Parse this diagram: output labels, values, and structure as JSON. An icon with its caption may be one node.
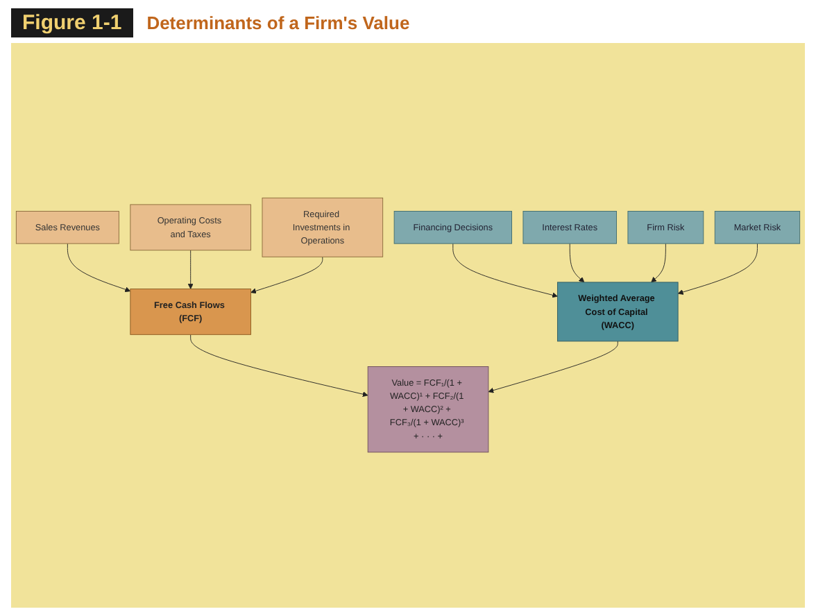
{
  "diagram": {
    "title": "Determinants of a Firm's Value",
    "nodes": [
      {
        "text": [
          "Sales Revenues"
        ]
      },
      {
        "text": [
          "Operating Costs and Taxes"
        ]
      },
      {
        "text": [
          "Required Investments in Operations"
        ]
      },
      {
        "text": [
          "Financing Decisions"
        ]
      },
      {
        "text": [
          "Interest Rates"
        ]
      },
      {
        "text": [
          "Firm Risk"
        ]
      },
      {
        "text": [
          "Market Risk"
        ]
      },
      {
        "text": [
          "Free Cash Flows (FCF)"
        ]
      },
      {
        "text": [
          "Weighted Average Cost of Capital (WACC)"
        ]
      },
      {
        "text": [
          "Value = FCF₁/(1 + WACC)¹ + FCF₂/(1 + WACC)² + FCF₃/(1 + WACC)³ + · · · +"
        ]
      }
    ],
    "edges": [
      {
        "from": 0,
        "to": 7,
        "arrow": "to"
      },
      {
        "from": 1,
        "to": 7,
        "arrow": "to"
      },
      {
        "from": 2,
        "to": 7,
        "arrow": "to"
      },
      {
        "from": 3,
        "to": 8,
        "arrow": "to"
      },
      {
        "from": 4,
        "to": 8,
        "arrow": "to"
      },
      {
        "from": 5,
        "to": 8,
        "arrow": "to"
      },
      {
        "from": 6,
        "to": 8,
        "arrow": "to"
      },
      {
        "from": 7,
        "to": 9,
        "arrow": "to"
      },
      {
        "from": 8,
        "to": 9,
        "arrow": "to"
      }
    ],
    "labels": [
      "Figure 1-1"
    ]
  }
}
